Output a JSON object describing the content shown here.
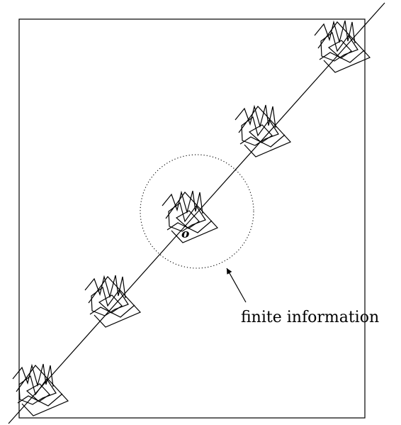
{
  "diagram": {
    "origin_label": "o",
    "annotation_label": "finite information",
    "motif_count": 5,
    "line_color": "#000000",
    "background": "#ffffff"
  }
}
